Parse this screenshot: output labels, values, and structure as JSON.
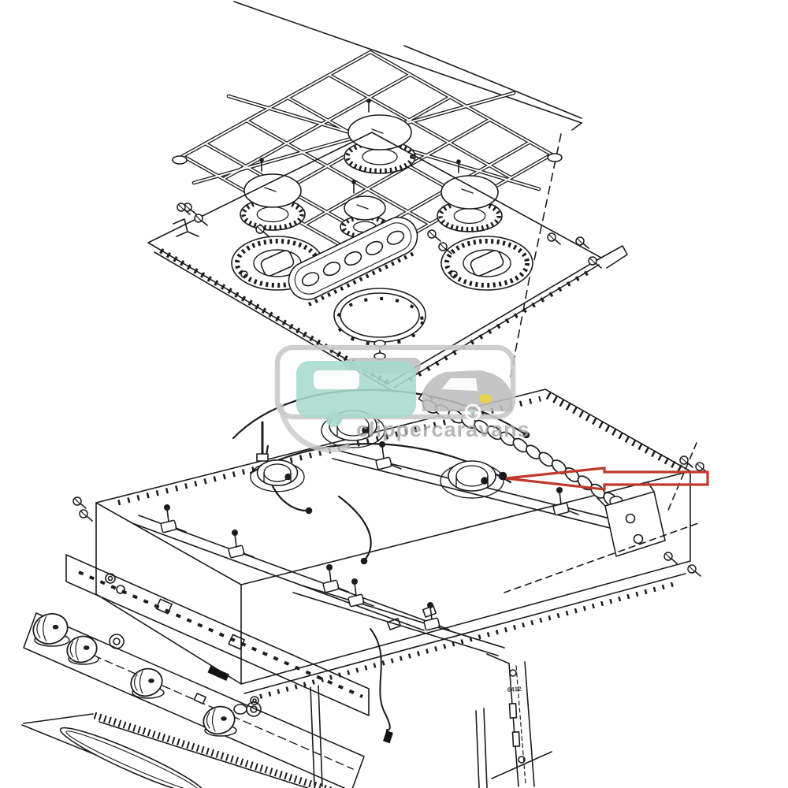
{
  "page": {
    "background": "#ffffff",
    "line_color": "#1c1c1c"
  },
  "diagram": {
    "type": "exploded-parts-diagram",
    "subject": "four-burner caravan gas hob / cooker top"
  },
  "watermark": {
    "text": "clippercaravans",
    "border_color": "#c9c9c9",
    "caravan_color": "#a9d9cc",
    "car_color": "#bdbdbd",
    "headlight_color": "#e9d44a",
    "text_color": "#a3a3a3"
  },
  "annotation": {
    "arrow_color": "#c0392b",
    "shape": "left-pointing-block-arrow"
  },
  "labels": {
    "bracket_part_number": "6412"
  }
}
